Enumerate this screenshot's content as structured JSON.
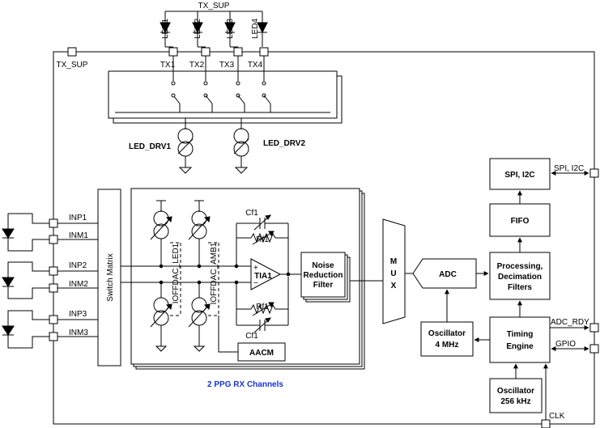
{
  "top_bus": "TX_SUP",
  "leds": [
    "LED1",
    "LED2",
    "LED3",
    "LED4"
  ],
  "tx_pins": [
    "TX1",
    "TX2",
    "TX3",
    "TX4"
  ],
  "tx_sup_pin": "TX_SUP",
  "led_drivers": [
    "LED_DRV1",
    "LED_DRV2"
  ],
  "inputs": [
    "INP1",
    "INM1",
    "INP2",
    "INM2",
    "INP3",
    "INM3"
  ],
  "switch_matrix": "Switch Matrix",
  "offset_dacs": [
    "IOFFDAC_LED1",
    "IOFFDAC_AMB1"
  ],
  "tia": {
    "cf_top": "Cf1",
    "rf_top": "Rf1",
    "label": "TIA1",
    "rf_bottom": "Rf1",
    "cf_bottom": "Cf1"
  },
  "filter": [
    "Noise",
    "Reduction",
    "Filter"
  ],
  "aacm": "AACM",
  "rx_channels": "2 PPG RX Channels",
  "mux": [
    "M",
    "U",
    "X"
  ],
  "adc": "ADC",
  "osc4": [
    "Oscillator",
    "4 MHz"
  ],
  "spi": "SPI, I2C",
  "fifo": "FIFO",
  "proc": [
    "Processing,",
    "Decimation",
    "Filters"
  ],
  "timing": [
    "Timing",
    "Engine"
  ],
  "osc256": [
    "Oscillator",
    "256 kHz"
  ],
  "pins": {
    "spi_i2c": "SPI, I2C",
    "adc_rdy": "ADC_RDY",
    "gpio": "GPIO",
    "clk": "CLK"
  }
}
